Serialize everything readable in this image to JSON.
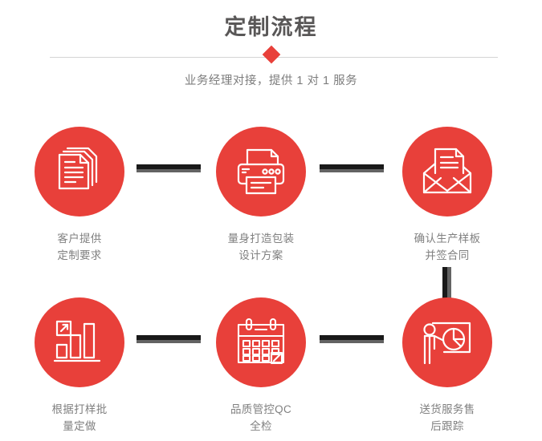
{
  "header": {
    "title": "定制流程",
    "subtitle": "业务经理对接，提供 1 对 1 服务",
    "diamond_icon": "diamond-marker-icon",
    "accent_color": "#e8403a",
    "title_color": "#595757",
    "subtitle_color": "#7d7d7d",
    "rule_color": "#d4d4d4"
  },
  "flow": {
    "connector_colors": {
      "dark": "#191919",
      "light": "#636363"
    },
    "steps": [
      {
        "id": "step-1",
        "icon": "documents-stack-icon",
        "label": "客户提供\n定制要求"
      },
      {
        "id": "step-2",
        "icon": "printer-icon",
        "label": "量身打造包装\n设计方案"
      },
      {
        "id": "step-3",
        "icon": "envelope-document-icon",
        "label": "确认生产样板\n并签合同"
      },
      {
        "id": "step-4",
        "icon": "bar-chart-growth-icon",
        "label": "根据打样批\n量定做"
      },
      {
        "id": "step-5",
        "icon": "calendar-check-icon",
        "label": "品质管控QC\n全检"
      },
      {
        "id": "step-6",
        "icon": "presenter-pie-chart-icon",
        "label": "送货服务售\n后跟踪"
      }
    ]
  }
}
